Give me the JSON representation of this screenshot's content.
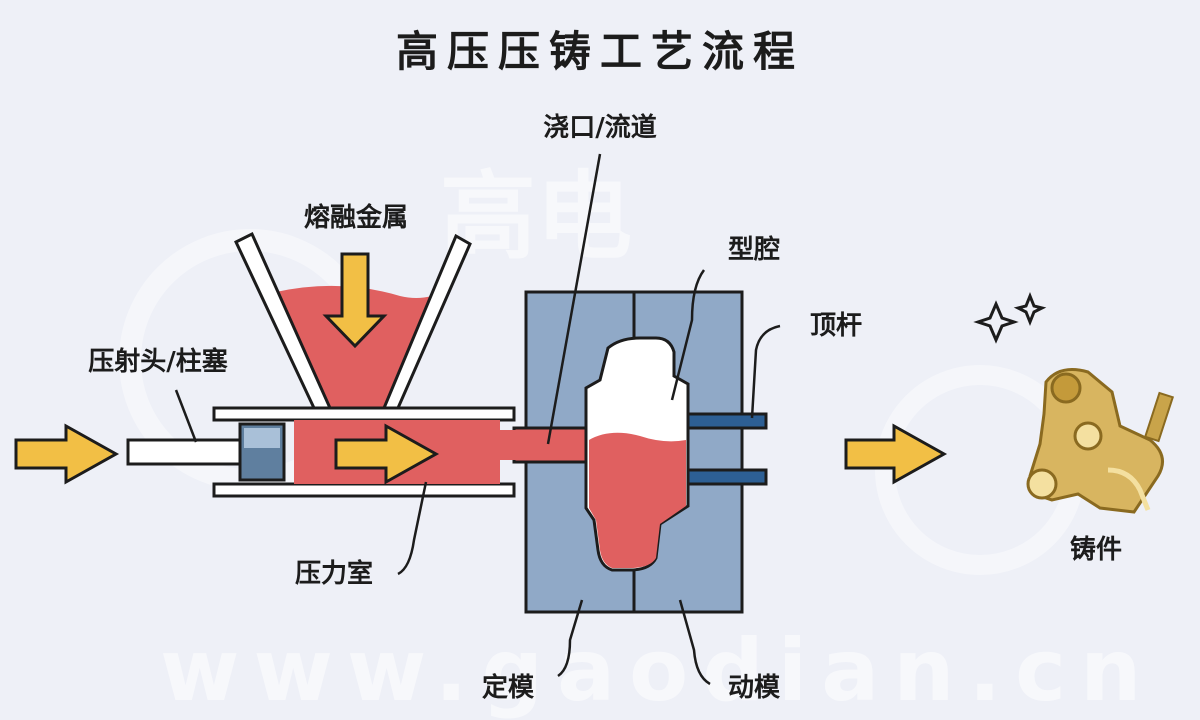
{
  "title": "高压压铸工艺流程",
  "watermark": {
    "text": "www.gaodian.cn",
    "brand": "高电"
  },
  "labels": {
    "molten_metal": "熔融金属",
    "gate_runner": "浇口/流道",
    "cavity": "型腔",
    "plunger": "压射头/柱塞",
    "ejector_pin": "顶杆",
    "shot_chamber": "压力室",
    "fixed_die": "定模",
    "moving_die": "动模",
    "casting": "铸件"
  },
  "colors": {
    "background": "#eef0f7",
    "metal": "#e06060",
    "die": "#90a9c7",
    "arrow": "#f2bf45",
    "ejector": "#2d5f94",
    "outline": "#1c1c1c"
  }
}
